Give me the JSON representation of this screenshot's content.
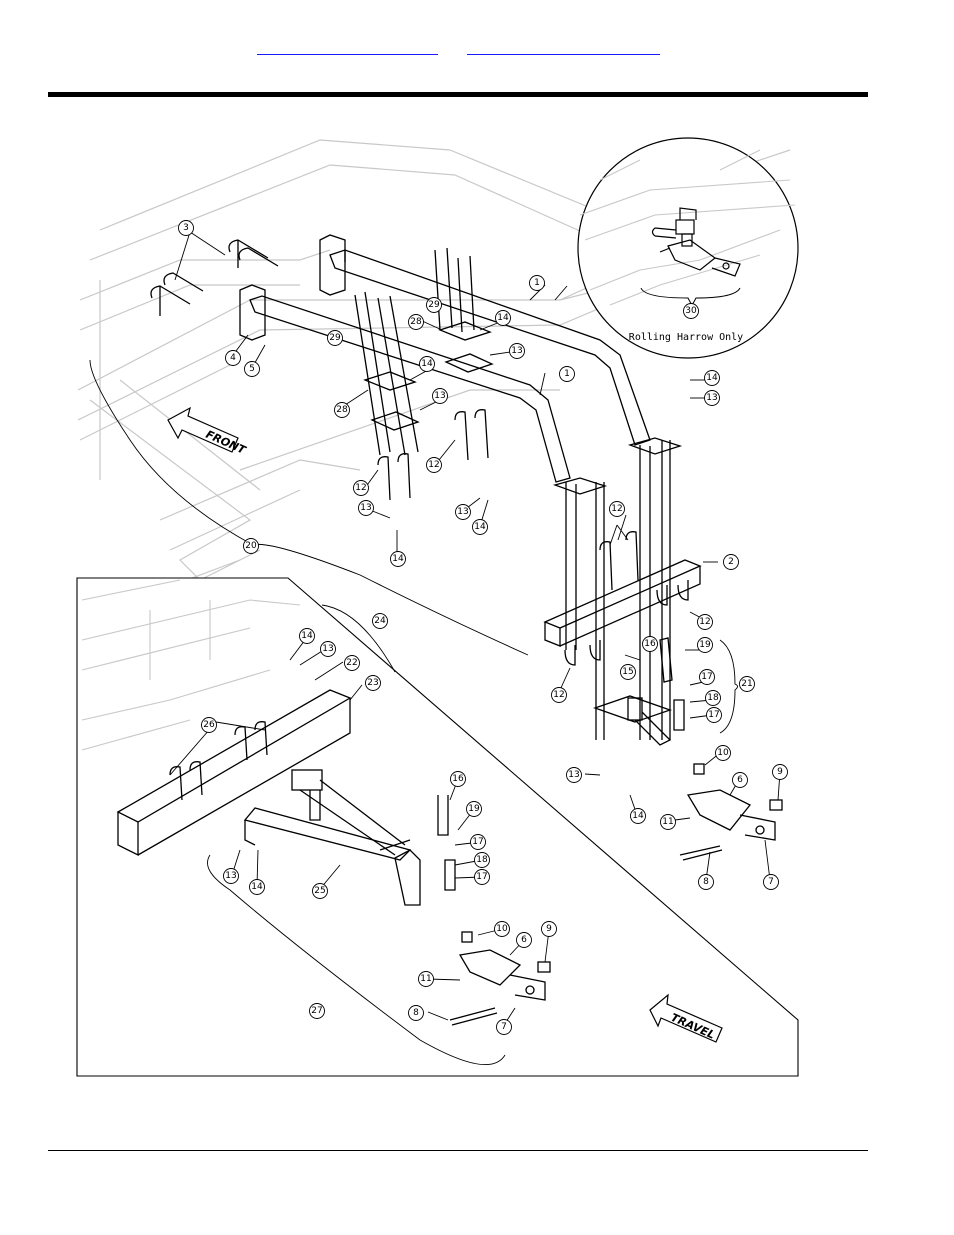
{
  "header": {
    "links": [
      {
        "label": "",
        "href": "#"
      },
      {
        "label": "",
        "href": "#"
      }
    ]
  },
  "figure": {
    "inset_caption": "Rolling Harrow Only",
    "direction_labels": {
      "front": "FRONT",
      "travel": "TRAVEL"
    },
    "callouts": [
      {
        "id": "c1a",
        "label": "1"
      },
      {
        "id": "c1b",
        "label": "1"
      },
      {
        "id": "c2",
        "label": "2"
      },
      {
        "id": "c3",
        "label": "3"
      },
      {
        "id": "c4",
        "label": "4"
      },
      {
        "id": "c5",
        "label": "5"
      },
      {
        "id": "c6a",
        "label": "6"
      },
      {
        "id": "c6b",
        "label": "6"
      },
      {
        "id": "c7a",
        "label": "7"
      },
      {
        "id": "c7b",
        "label": "7"
      },
      {
        "id": "c8a",
        "label": "8"
      },
      {
        "id": "c8b",
        "label": "8"
      },
      {
        "id": "c9a",
        "label": "9"
      },
      {
        "id": "c9b",
        "label": "9"
      },
      {
        "id": "c10a",
        "label": "10"
      },
      {
        "id": "c10b",
        "label": "10"
      },
      {
        "id": "c11a",
        "label": "11"
      },
      {
        "id": "c11b",
        "label": "11"
      },
      {
        "id": "c12a",
        "label": "12"
      },
      {
        "id": "c12b",
        "label": "12"
      },
      {
        "id": "c12c",
        "label": "12"
      },
      {
        "id": "c12d",
        "label": "12"
      },
      {
        "id": "c12e",
        "label": "12"
      },
      {
        "id": "c13a",
        "label": "13"
      },
      {
        "id": "c13b",
        "label": "13"
      },
      {
        "id": "c13c",
        "label": "13"
      },
      {
        "id": "c13d",
        "label": "13"
      },
      {
        "id": "c13e",
        "label": "13"
      },
      {
        "id": "c13f",
        "label": "13"
      },
      {
        "id": "c13g",
        "label": "13"
      },
      {
        "id": "c13h",
        "label": "13"
      },
      {
        "id": "c14a",
        "label": "14"
      },
      {
        "id": "c14b",
        "label": "14"
      },
      {
        "id": "c14c",
        "label": "14"
      },
      {
        "id": "c14d",
        "label": "14"
      },
      {
        "id": "c14e",
        "label": "14"
      },
      {
        "id": "c14f",
        "label": "14"
      },
      {
        "id": "c14g",
        "label": "14"
      },
      {
        "id": "c14h",
        "label": "14"
      },
      {
        "id": "c15",
        "label": "15"
      },
      {
        "id": "c16a",
        "label": "16"
      },
      {
        "id": "c16b",
        "label": "16"
      },
      {
        "id": "c17a",
        "label": "17"
      },
      {
        "id": "c17b",
        "label": "17"
      },
      {
        "id": "c17c",
        "label": "17"
      },
      {
        "id": "c17d",
        "label": "17"
      },
      {
        "id": "c18a",
        "label": "18"
      },
      {
        "id": "c18b",
        "label": "18"
      },
      {
        "id": "c19a",
        "label": "19"
      },
      {
        "id": "c19b",
        "label": "19"
      },
      {
        "id": "c20",
        "label": "20"
      },
      {
        "id": "c21",
        "label": "21"
      },
      {
        "id": "c22",
        "label": "22"
      },
      {
        "id": "c23",
        "label": "23"
      },
      {
        "id": "c24",
        "label": "24"
      },
      {
        "id": "c25",
        "label": "25"
      },
      {
        "id": "c26",
        "label": "26"
      },
      {
        "id": "c27",
        "label": "27"
      },
      {
        "id": "c28a",
        "label": "28"
      },
      {
        "id": "c28b",
        "label": "28"
      },
      {
        "id": "c29a",
        "label": "29"
      },
      {
        "id": "c29b",
        "label": "29"
      },
      {
        "id": "c30",
        "label": "30"
      }
    ]
  }
}
